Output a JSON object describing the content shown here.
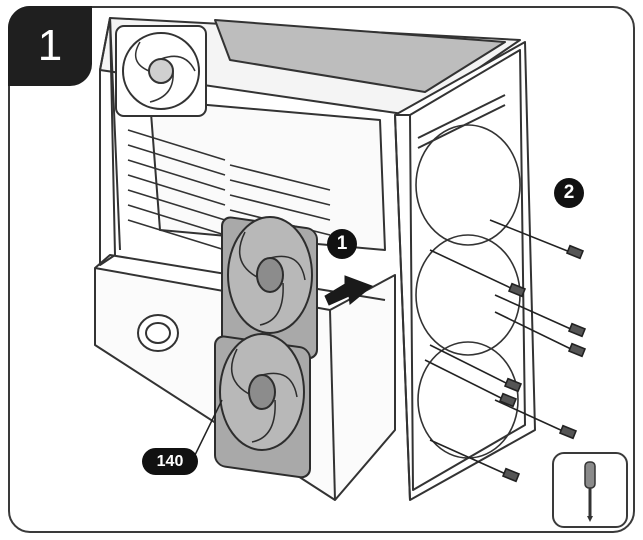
{
  "step": {
    "number": "1"
  },
  "callouts": {
    "step_one": "1",
    "step_two": "2"
  },
  "fan_size_label": "140",
  "icons": {
    "tool": "screwdriver-icon",
    "direction": "arrow-right-icon"
  },
  "colors": {
    "line": "#333333",
    "fan_fill": "#a9a9a9",
    "badge": "#111111"
  }
}
